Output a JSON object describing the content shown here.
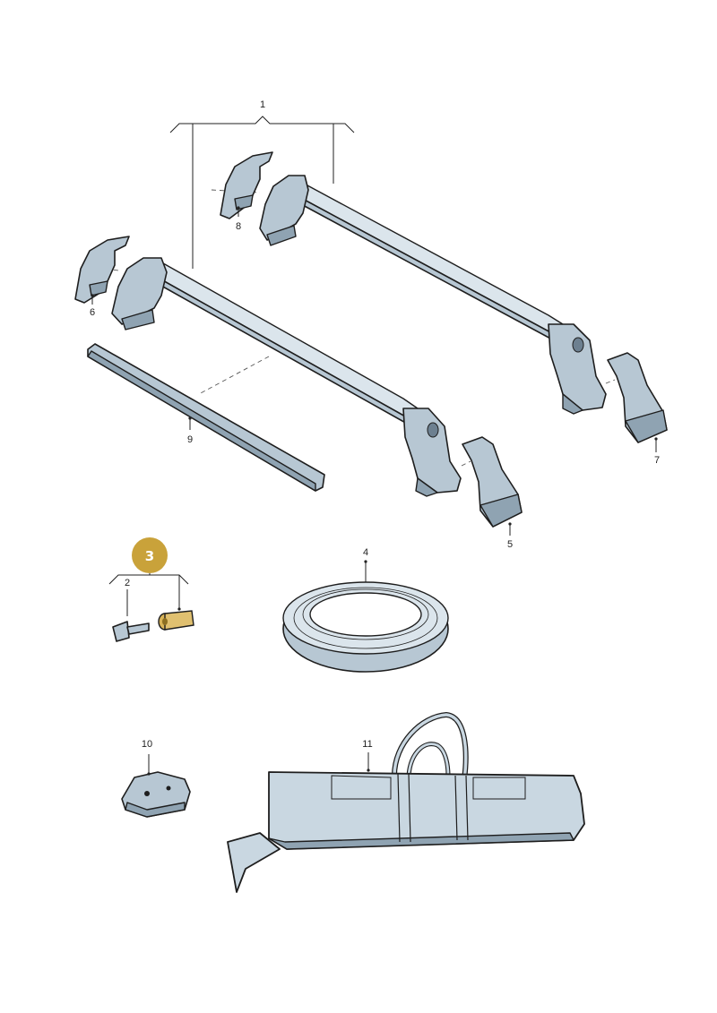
{
  "diagram": {
    "badge": {
      "label": "3",
      "color": "#c9a23a"
    },
    "callouts": [
      {
        "id": "1",
        "label": "1"
      },
      {
        "id": "2",
        "label": "2"
      },
      {
        "id": "4",
        "label": "4"
      },
      {
        "id": "5",
        "label": "5"
      },
      {
        "id": "6",
        "label": "6"
      },
      {
        "id": "7",
        "label": "7"
      },
      {
        "id": "8",
        "label": "8"
      },
      {
        "id": "9",
        "label": "9"
      },
      {
        "id": "10",
        "label": "10"
      },
      {
        "id": "11",
        "label": "11"
      }
    ]
  }
}
